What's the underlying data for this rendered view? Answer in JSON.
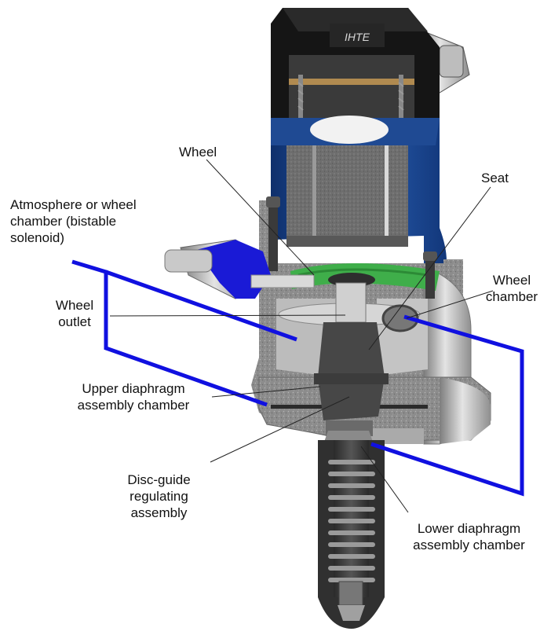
{
  "labels": {
    "wheel": [
      "Wheel"
    ],
    "seat": [
      "Seat"
    ],
    "atmosphere": [
      "Atmosphere or wheel",
      "chamber (bistable",
      "solenoid)"
    ],
    "wheel_chamber": [
      "Wheel",
      "chamber"
    ],
    "wheel_outlet": [
      "Wheel",
      "outlet"
    ],
    "upper_diaphragm": [
      "Upper diaphragm",
      "assembly chamber"
    ],
    "disc_guide": [
      "Disc-guide",
      "regulating",
      "assembly"
    ],
    "lower_diaphragm": [
      "Lower diaphragm",
      "assembly chamber"
    ]
  },
  "colors": {
    "accent_blue": "#1010e0",
    "body_blue": "#1b4e9c",
    "seat_green": "#3fae4a",
    "cap_black": "#141414",
    "cast_grey": "#9a9a9a",
    "metal": "#c8c8c8",
    "pleat_grey": "#7c7c7c"
  }
}
